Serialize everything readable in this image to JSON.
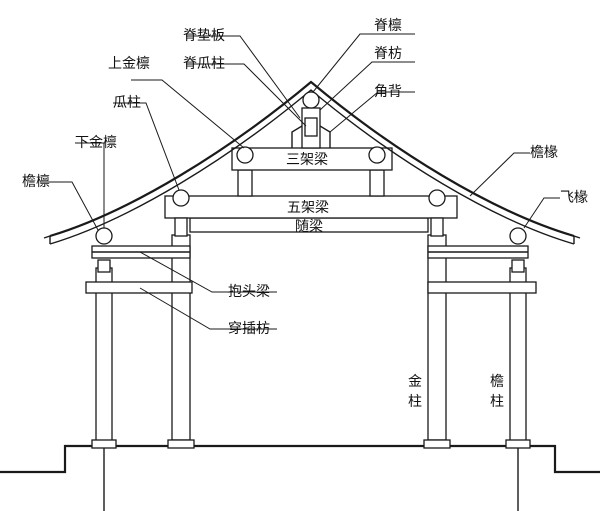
{
  "labels": {
    "ji_dian_ban": "脊垫板",
    "ji_lin": "脊檩",
    "shang_jin_lin": "上金檩",
    "ji_gua_zhu": "脊瓜柱",
    "ji_fang": "脊枋",
    "jiao_bei": "角背",
    "gua_zhu": "瓜柱",
    "xia_jin_lin": "下金檩",
    "yan_chuan": "檐椽",
    "yan_lin": "檐檩",
    "fei_chuan": "飞椽",
    "san_jia_liang": "三架梁",
    "wu_jia_liang": "五架梁",
    "sui_liang": "随梁",
    "bao_tou_liang": "抱头梁",
    "chuan_cha_fang": "穿插枋",
    "jin_zhu_1": "金",
    "jin_zhu_2": "柱",
    "yan_zhu_1": "檐",
    "yan_zhu_2": "柱"
  }
}
